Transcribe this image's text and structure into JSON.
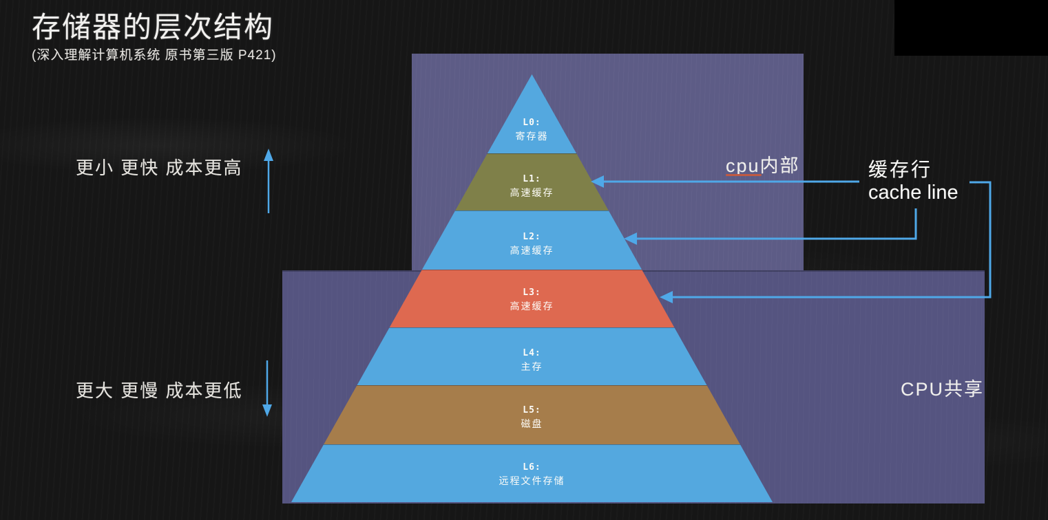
{
  "page": {
    "title": "存储器的层次结构",
    "subtitle": "(深入理解计算机系统 原书第三版 P421)"
  },
  "annotations": {
    "smaller_faster": "更小 更快 成本更高",
    "bigger_slower": "更大 更慢 成本更低",
    "cpu_internal": {
      "latin": "cpu",
      "zh": "内部"
    },
    "cache_line": {
      "zh": "缓存行",
      "en": "cache line"
    },
    "cpu_shared": "CPU共享"
  },
  "pyramid": {
    "levels": [
      {
        "id": "L0:",
        "label": "寄存器",
        "color": "#54a8df"
      },
      {
        "id": "L1:",
        "label": "高速缓存",
        "color": "#7f8049"
      },
      {
        "id": "L2:",
        "label": "高速缓存",
        "color": "#54a8df"
      },
      {
        "id": "L3:",
        "label": "高速缓存",
        "color": "#de6950"
      },
      {
        "id": "L4:",
        "label": "主存",
        "color": "#54a8df"
      },
      {
        "id": "L5:",
        "label": "磁盘",
        "color": "#a67d4b"
      },
      {
        "id": "L6:",
        "label": "远程文件存储",
        "color": "#54a8df"
      }
    ]
  },
  "colors": {
    "background": "#161616",
    "region_cpu_internal": "#5d5c86",
    "region_cpu_shared": "#555480",
    "accent_blue": "#4fa8e8",
    "underline_red": "#c05a43",
    "chalk_text": "#e9e7e3"
  }
}
